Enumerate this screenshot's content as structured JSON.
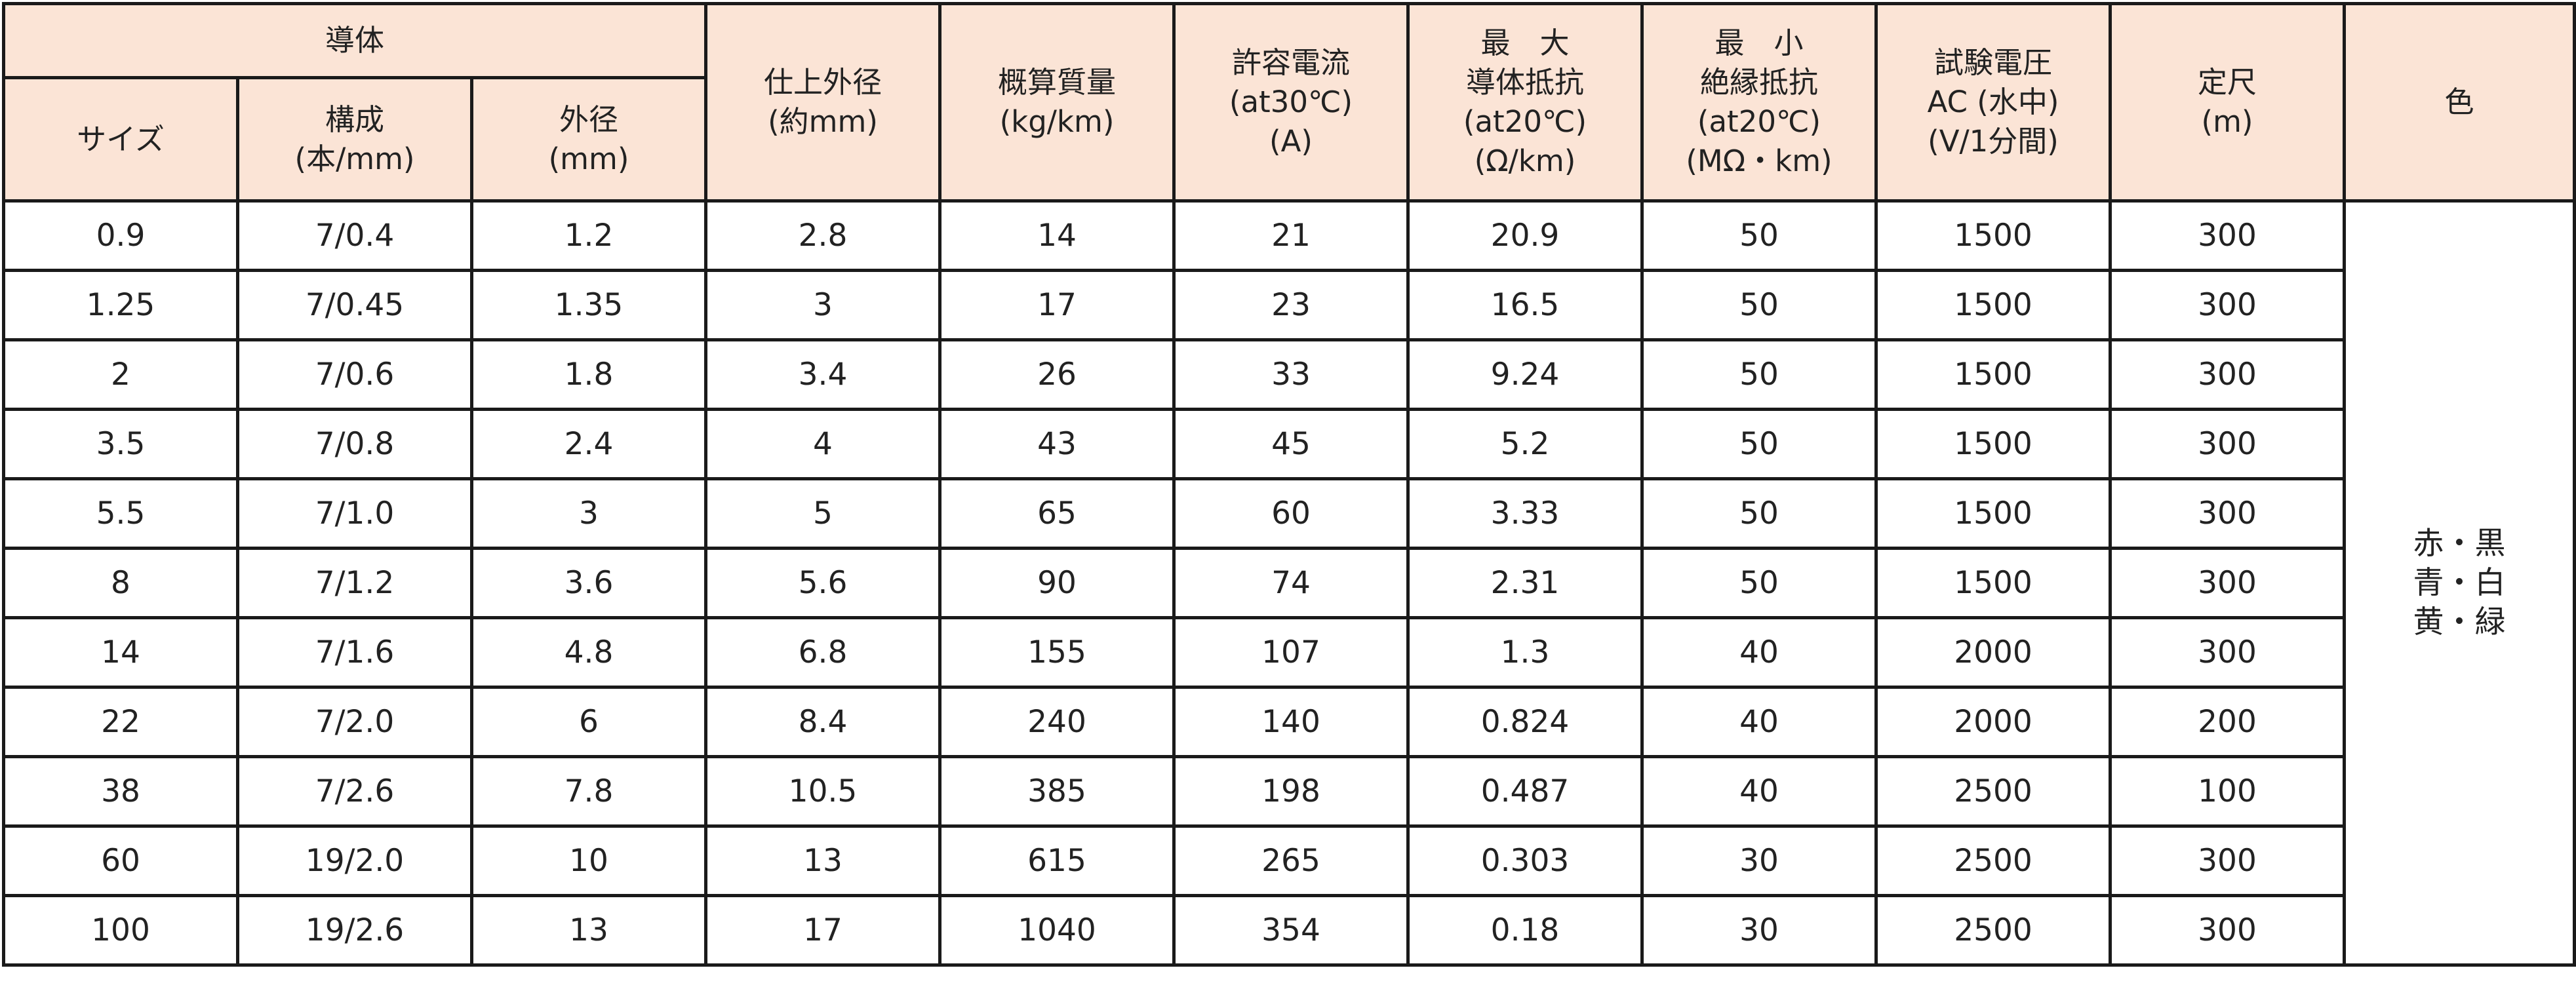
{
  "table": {
    "header": {
      "conductor_group": "導体",
      "size": "サイズ",
      "composition": [
        "構成",
        "(本/mm)"
      ],
      "conductor_diameter": [
        "外径",
        "(mm)"
      ],
      "finished_outer_diameter": [
        "仕上外径",
        "(約mm)"
      ],
      "approx_mass": [
        "概算質量",
        "(kg/km)"
      ],
      "allowable_current": [
        "許容電流",
        "(at30℃)",
        "(A)"
      ],
      "max_conductor_resistance": [
        "最　大",
        "導体抵抗",
        "(at20℃)",
        "(Ω/km)"
      ],
      "min_insulation_resistance": [
        "最　小",
        "絶縁抵抗",
        "(at20℃)",
        "(MΩ・km)"
      ],
      "test_voltage": [
        "試験電圧",
        "AC (水中)",
        "(V/1分間)"
      ],
      "standard_length": [
        "定尺",
        "(m)"
      ],
      "color": "色"
    },
    "rows": [
      [
        "0.9",
        "7/0.4",
        "1.2",
        "2.8",
        "14",
        "21",
        "20.9",
        "50",
        "1500",
        "300"
      ],
      [
        "1.25",
        "7/0.45",
        "1.35",
        "3",
        "17",
        "23",
        "16.5",
        "50",
        "1500",
        "300"
      ],
      [
        "2",
        "7/0.6",
        "1.8",
        "3.4",
        "26",
        "33",
        "9.24",
        "50",
        "1500",
        "300"
      ],
      [
        "3.5",
        "7/0.8",
        "2.4",
        "4",
        "43",
        "45",
        "5.2",
        "50",
        "1500",
        "300"
      ],
      [
        "5.5",
        "7/1.0",
        "3",
        "5",
        "65",
        "60",
        "3.33",
        "50",
        "1500",
        "300"
      ],
      [
        "8",
        "7/1.2",
        "3.6",
        "5.6",
        "90",
        "74",
        "2.31",
        "50",
        "1500",
        "300"
      ],
      [
        "14",
        "7/1.6",
        "4.8",
        "6.8",
        "155",
        "107",
        "1.3",
        "40",
        "2000",
        "300"
      ],
      [
        "22",
        "7/2.0",
        "6",
        "8.4",
        "240",
        "140",
        "0.824",
        "40",
        "2000",
        "200"
      ],
      [
        "38",
        "7/2.6",
        "7.8",
        "10.5",
        "385",
        "198",
        "0.487",
        "40",
        "2500",
        "100"
      ],
      [
        "60",
        "19/2.0",
        "10",
        "13",
        "615",
        "265",
        "0.303",
        "30",
        "2500",
        "300"
      ],
      [
        "100",
        "19/2.6",
        "13",
        "17",
        "1040",
        "354",
        "0.18",
        "30",
        "2500",
        "300"
      ]
    ],
    "color_values": [
      "赤・黒",
      "青・白",
      "黄・緑"
    ]
  }
}
